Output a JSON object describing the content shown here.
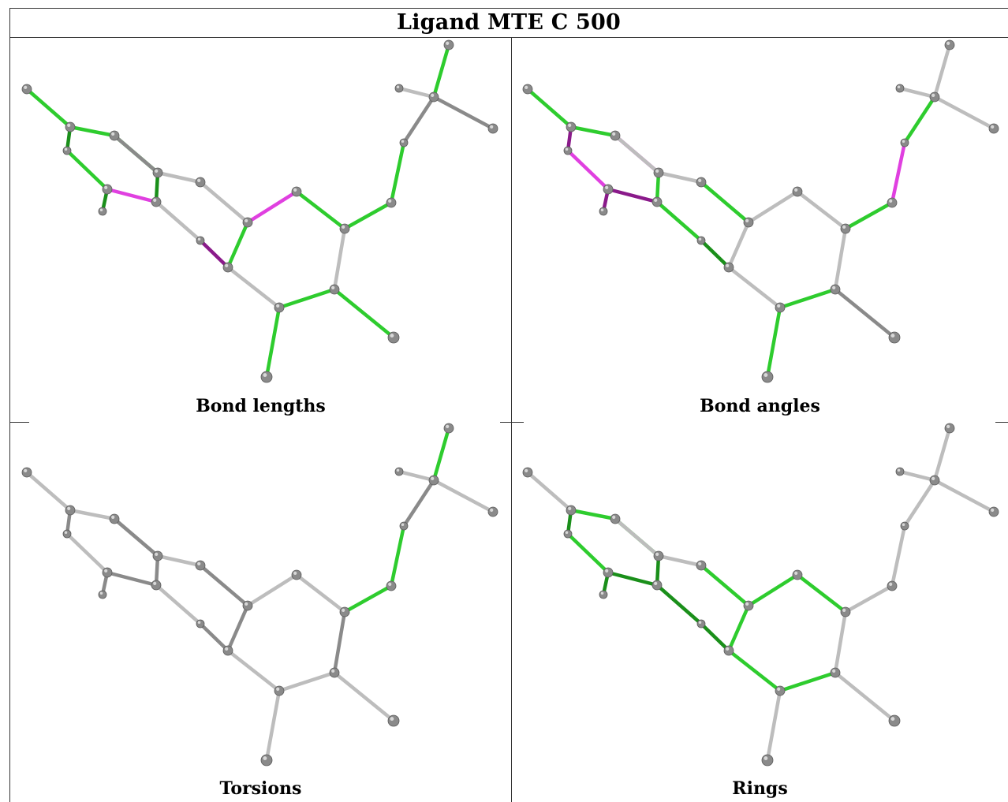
{
  "title": "Ligand MTE C 500",
  "colors": {
    "green": "#2ecc2e",
    "green_dark": "#1a8f1a",
    "magenta": "#e040e0",
    "magenta_dark": "#8a1a8a",
    "grey": "#bdbdbd",
    "grey_dark": "#8a8a8a",
    "atom": "#8a8a8a"
  },
  "panels": [
    {
      "caption": "Bond lengths",
      "bond_colors": [
        "g",
        "g",
        "gd",
        "g",
        "g",
        "gd",
        "m",
        "gd",
        "y",
        "y",
        "md",
        "y",
        "m",
        "g",
        "g",
        "y",
        "g",
        "y",
        "g",
        "g",
        "g",
        "g",
        "yd",
        "g",
        "y",
        "yd",
        "yd"
      ]
    },
    {
      "caption": "Bond angles",
      "bond_colors": [
        "g",
        "g",
        "md",
        "m",
        "m",
        "g",
        "md",
        "md",
        "y",
        "g",
        "gd",
        "g",
        "y",
        "y",
        "y",
        "y",
        "g",
        "y",
        "yd",
        "g",
        "g",
        "m",
        "g",
        "y",
        "y",
        "y",
        "y"
      ]
    },
    {
      "caption": "Torsions",
      "bond_colors": [
        "y",
        "y",
        "yd",
        "y",
        "y",
        "yd",
        "yd",
        "yd",
        "y",
        "y",
        "yd",
        "yd",
        "y",
        "y",
        "yd",
        "y",
        "y",
        "yd",
        "y",
        "y",
        "g",
        "g",
        "yd",
        "g",
        "y",
        "y",
        "yd"
      ]
    },
    {
      "caption": "Rings",
      "bond_colors": [
        "y",
        "g",
        "gd",
        "g",
        "g",
        "gd",
        "gd",
        "gd",
        "y",
        "gd",
        "gd",
        "g",
        "g",
        "g",
        "g",
        "g",
        "g",
        "y",
        "y",
        "y",
        "y",
        "y",
        "y",
        "y",
        "y",
        "y",
        "y"
      ]
    }
  ]
}
